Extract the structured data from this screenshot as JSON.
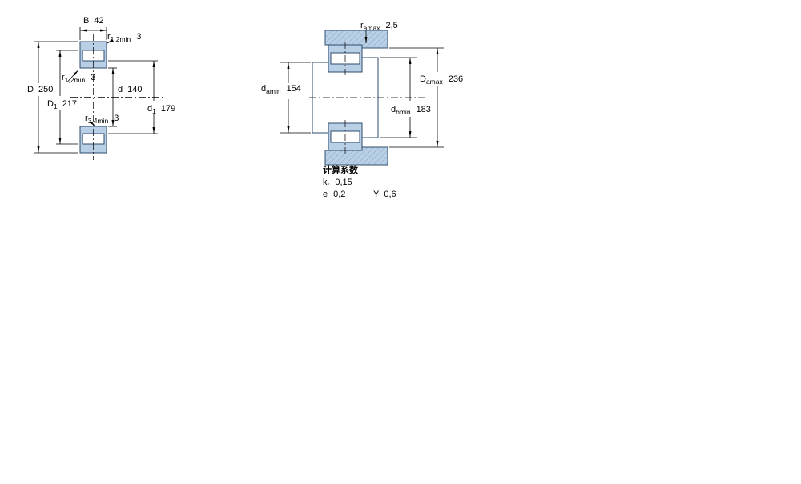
{
  "colors": {
    "bearing_fill": "#b9cfe6",
    "part_stroke": "#2e4d6e",
    "hatch": "#6f93b5",
    "dim": "#000000",
    "text": "#000000"
  },
  "left_view": {
    "name": "bearing-cross-section",
    "dims": {
      "B": {
        "base": "B",
        "sub": "",
        "value": "42"
      },
      "r12_top": {
        "base": "r",
        "sub": "1,2min",
        "value": "3"
      },
      "D": {
        "base": "D",
        "sub": "",
        "value": "250"
      },
      "r12_mid": {
        "base": "r",
        "sub": "1,2min",
        "value": "3"
      },
      "D1": {
        "base": "D",
        "sub": "1",
        "value": "217"
      },
      "d": {
        "base": "d",
        "sub": "",
        "value": "140"
      },
      "r34": {
        "base": "r",
        "sub": "3,4min",
        "value": "3"
      },
      "d1": {
        "base": "d",
        "sub": "1",
        "value": "179"
      }
    }
  },
  "right_view": {
    "name": "mounting-dimensions",
    "dims": {
      "ra": {
        "base": "r",
        "sub": "amax",
        "value": "2,5"
      },
      "da": {
        "base": "d",
        "sub": "amin",
        "value": "154"
      },
      "Da": {
        "base": "D",
        "sub": "amax",
        "value": "236"
      },
      "db": {
        "base": "d",
        "sub": "bmin",
        "value": "183"
      }
    }
  },
  "factors": {
    "heading": "计算系数",
    "rows": [
      {
        "base": "k",
        "sub": "r",
        "value": "0,15"
      },
      {
        "base": "e",
        "sub": "",
        "value": "0,2"
      },
      {
        "base": "Y",
        "sub": "",
        "value": "0,6"
      }
    ]
  }
}
